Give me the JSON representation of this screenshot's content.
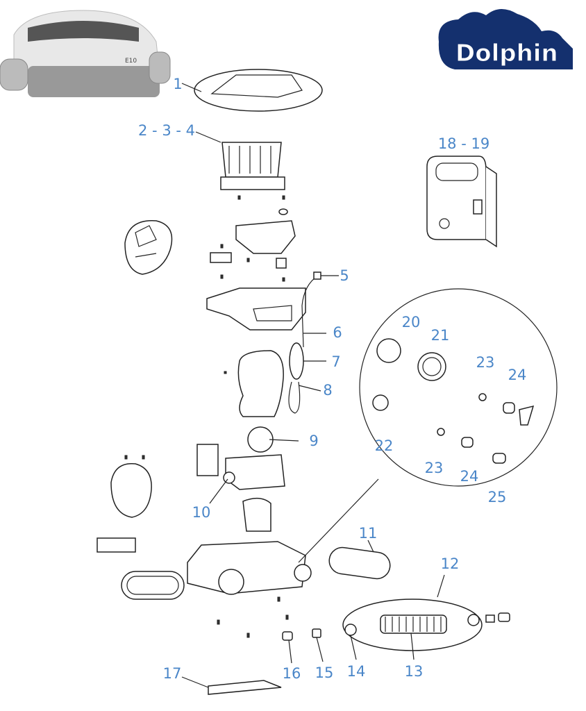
{
  "brand": {
    "logo_text": "Dolphin",
    "logo_color": "#14306e",
    "model_badge": "E10"
  },
  "label_color": "#4a86c8",
  "labels": [
    {
      "id": "l1",
      "text": "1"
    },
    {
      "id": "l234",
      "text": "2 - 3 - 4"
    },
    {
      "id": "l1819",
      "text": "18 - 19"
    },
    {
      "id": "l5",
      "text": "5"
    },
    {
      "id": "l6",
      "text": "6"
    },
    {
      "id": "l7",
      "text": "7"
    },
    {
      "id": "l8",
      "text": "8"
    },
    {
      "id": "l9",
      "text": "9"
    },
    {
      "id": "l10",
      "text": "10"
    },
    {
      "id": "l11",
      "text": "11"
    },
    {
      "id": "l12",
      "text": "12"
    },
    {
      "id": "l13",
      "text": "13"
    },
    {
      "id": "l14",
      "text": "14"
    },
    {
      "id": "l15",
      "text": "15"
    },
    {
      "id": "l16",
      "text": "16"
    },
    {
      "id": "l17",
      "text": "17"
    },
    {
      "id": "l20",
      "text": "20"
    },
    {
      "id": "l21",
      "text": "21"
    },
    {
      "id": "l22",
      "text": "22"
    },
    {
      "id": "l23a",
      "text": "23"
    },
    {
      "id": "l23b",
      "text": "23"
    },
    {
      "id": "l24a",
      "text": "24"
    },
    {
      "id": "l24b",
      "text": "24"
    },
    {
      "id": "l25",
      "text": "25"
    }
  ]
}
